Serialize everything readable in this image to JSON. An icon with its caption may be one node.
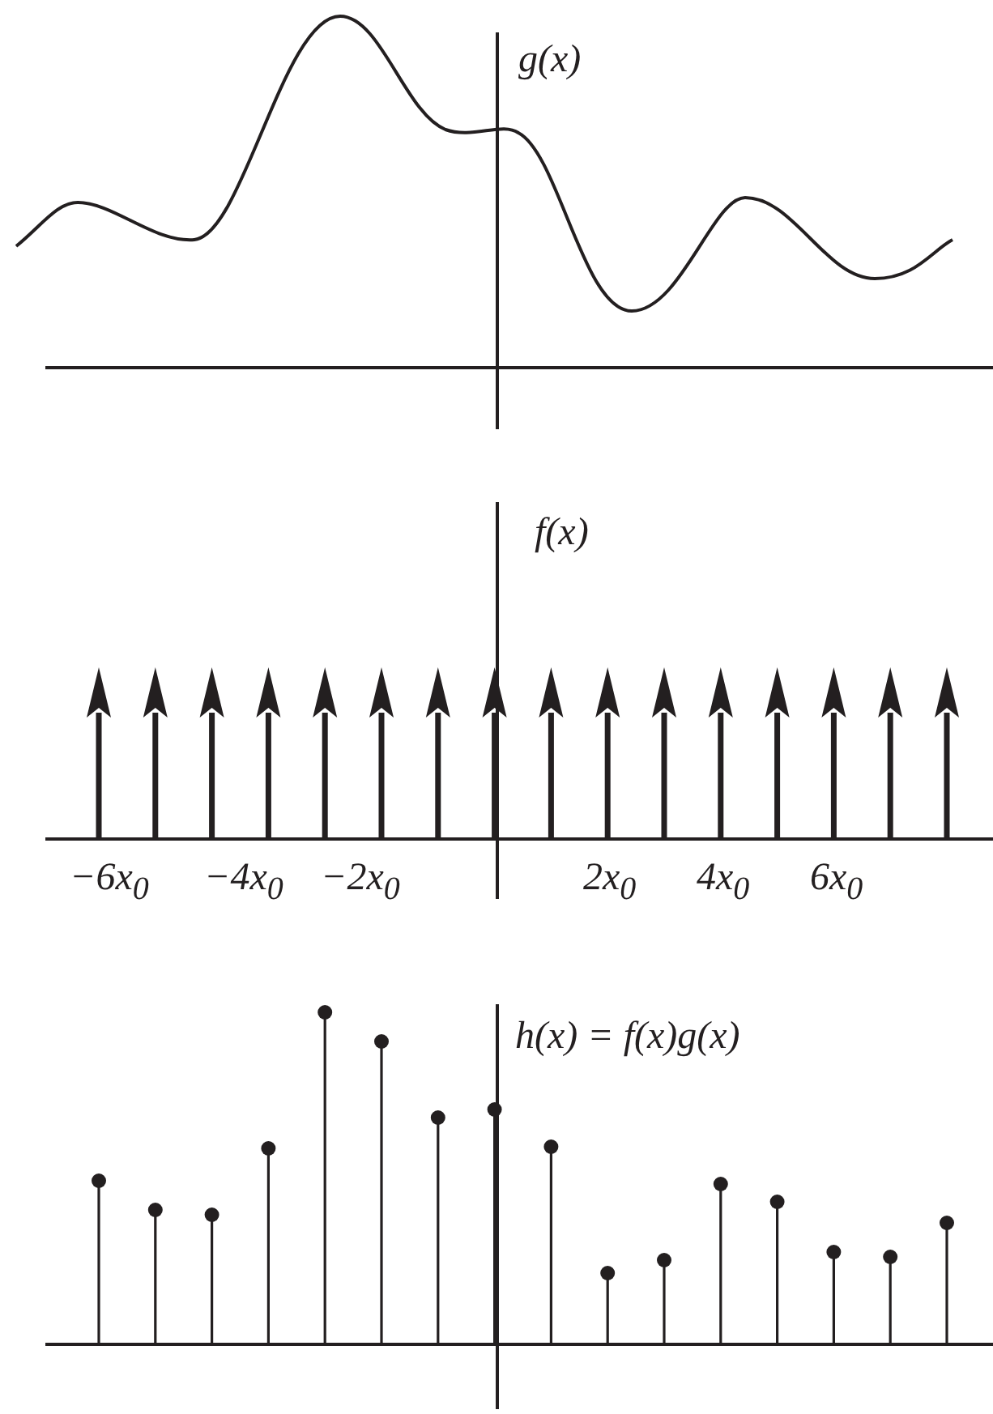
{
  "diagram": {
    "labels": [
      "g(x)",
      "f(x)",
      "−6x$_{0}$",
      "−4x$_{0}$",
      "−2x$_{0}$",
      "2x$_{0}$",
      "4x$_{0}$",
      "6x$_{0}$",
      "h(x) = f(x)g(x)"
    ]
  }
}
